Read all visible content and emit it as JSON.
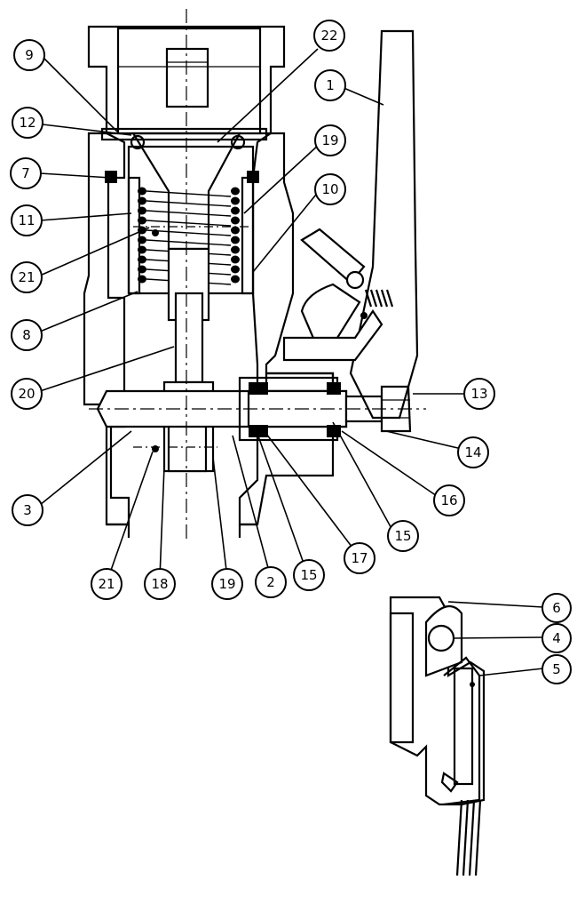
{
  "figure": {
    "main_view": {
      "callouts": [
        {
          "id": "c9",
          "label": "9"
        },
        {
          "id": "c22",
          "label": "22"
        },
        {
          "id": "c1",
          "label": "1"
        },
        {
          "id": "c12",
          "label": "12"
        },
        {
          "id": "c19a",
          "label": "19"
        },
        {
          "id": "c7",
          "label": "7"
        },
        {
          "id": "c10",
          "label": "10"
        },
        {
          "id": "c11",
          "label": "11"
        },
        {
          "id": "c21a",
          "label": "21"
        },
        {
          "id": "c8",
          "label": "8"
        },
        {
          "id": "c20",
          "label": "20"
        },
        {
          "id": "c13",
          "label": "13"
        },
        {
          "id": "c14",
          "label": "14"
        },
        {
          "id": "c3",
          "label": "3"
        },
        {
          "id": "c16",
          "label": "16"
        },
        {
          "id": "c15a",
          "label": "15"
        },
        {
          "id": "c17",
          "label": "17"
        },
        {
          "id": "c21b",
          "label": "21"
        },
        {
          "id": "c18",
          "label": "18"
        },
        {
          "id": "c19b",
          "label": "19"
        },
        {
          "id": "c2",
          "label": "2"
        },
        {
          "id": "c15b",
          "label": "15"
        }
      ]
    },
    "detail_view": {
      "callouts": [
        {
          "id": "c6",
          "label": "6"
        },
        {
          "id": "c4",
          "label": "4"
        },
        {
          "id": "c5",
          "label": "5"
        }
      ]
    }
  },
  "colors": {
    "line": "#000000",
    "background": "#ffffff"
  }
}
